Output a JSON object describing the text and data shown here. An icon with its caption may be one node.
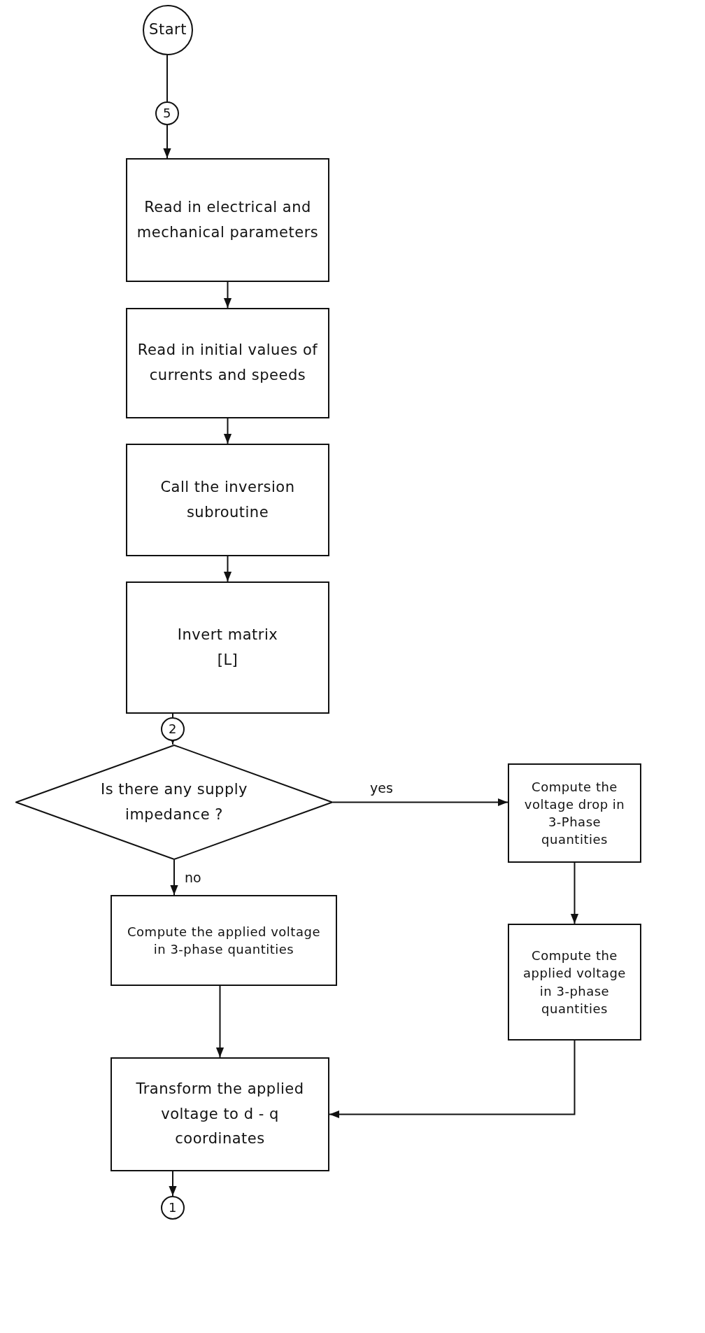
{
  "diagram": {
    "nodes": [
      {
        "text": [
          "Start"
        ]
      },
      {
        "text": [
          "5"
        ]
      },
      {
        "text": [
          "Read in electrical and mechanical parameters"
        ]
      },
      {
        "text": [
          "Read in initial values of currents and speeds"
        ]
      },
      {
        "text": [
          "Call the inversion subroutine"
        ]
      },
      {
        "text": [
          "Invert matrix",
          "[L]"
        ]
      },
      {
        "text": [
          "2"
        ]
      },
      {
        "text": [
          "Is there any supply impedance ?"
        ]
      },
      {
        "text": [
          "Compute the voltage drop in 3-Phase quantities"
        ]
      },
      {
        "text": [
          "Compute the applied voltage in 3-phase quantities"
        ]
      },
      {
        "text": [
          "Compute the applied voltage in 3-phase quantities"
        ]
      },
      {
        "text": [
          "Transform the applied voltage to d - q coordinates"
        ]
      },
      {
        "text": [
          "1"
        ]
      }
    ],
    "edges": [
      {
        "from": 0,
        "to": 1,
        "arrow": "none"
      },
      {
        "from": 1,
        "to": 2,
        "arrow": "to"
      },
      {
        "from": 2,
        "to": 3,
        "arrow": "to"
      },
      {
        "from": 3,
        "to": 4,
        "arrow": "to"
      },
      {
        "from": 4,
        "to": 5,
        "arrow": "to"
      },
      {
        "from": 5,
        "to": 6,
        "arrow": "none"
      },
      {
        "from": 6,
        "to": 7,
        "arrow": "to"
      },
      {
        "from": 7,
        "to": 8,
        "arrow": "to",
        "label": "yes"
      },
      {
        "from": 7,
        "to": 9,
        "arrow": "to",
        "label": "no"
      },
      {
        "from": 8,
        "to": 10,
        "arrow": "to"
      },
      {
        "from": 10,
        "to": 11,
        "arrow": "to"
      },
      {
        "from": 9,
        "to": 11,
        "arrow": "to"
      },
      {
        "from": 11,
        "to": 12,
        "arrow": "to"
      }
    ]
  }
}
